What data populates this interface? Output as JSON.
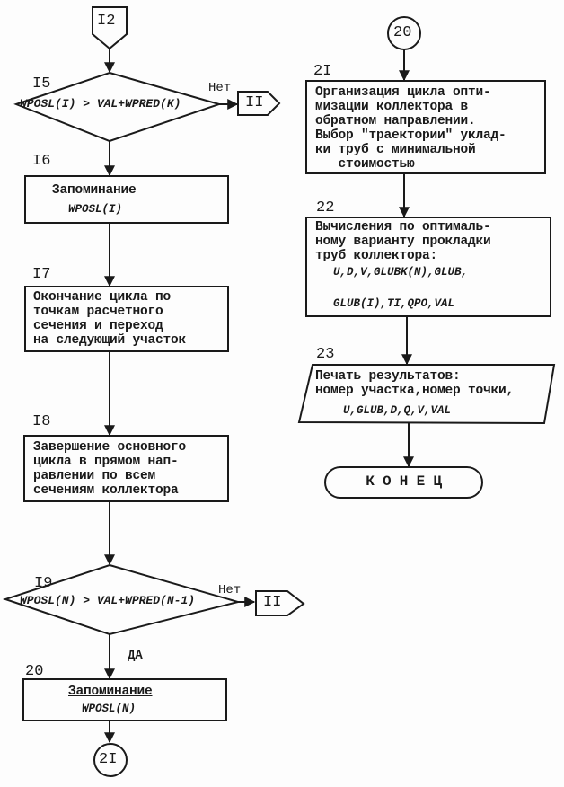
{
  "diagram": {
    "entry_connector": {
      "label": "I2"
    },
    "block_15": {
      "number": "I5",
      "condition": "WPOSL(I) > VAL+WPRED(K)",
      "no_label": "Нет",
      "no_target": "II"
    },
    "block_16": {
      "number": "I6",
      "line1": "Запоминание",
      "line2": "WPOSL(I)"
    },
    "block_17": {
      "number": "I7",
      "text": "Окончание цикла по\nточкам расчетного\nсечения и переход\nна следующий участок"
    },
    "block_18": {
      "number": "I8",
      "text": "Завершение основного\nцикла в прямом нап-\nравлении по всем\nсечениям коллектора"
    },
    "block_19": {
      "number": "I9",
      "condition": "WPOSL(N) > VAL+WPRED(N-1)",
      "no_label": "Нет",
      "no_target": "II",
      "yes_label": "ДА"
    },
    "block_20": {
      "number": "20",
      "line1": "Запоминание",
      "line2": "WPOSL(N)"
    },
    "exit_connector": {
      "label": "2I"
    },
    "continue_connector": {
      "label": "20"
    },
    "block_21": {
      "number": "2I",
      "text": "Организация цикла опти-\nмизации коллектора в\nобратном направлении.\nВыбор \"траектории\" уклад-\nки труб с минимальной\n   стоимостью"
    },
    "block_22": {
      "number": "22",
      "text": "Вычисления по оптималь-\nному варианту прокладки\nтруб коллектора:",
      "code_line1": "U,D,V,GLUBK(N),GLUB,",
      "code_line2": "GLUB(I),TI,QPO,VAL"
    },
    "block_23": {
      "number": "23",
      "text": "Печать результатов:\nномер участка,номер точки,",
      "code_line": "U,GLUB,D,Q,V,VAL"
    },
    "terminator": {
      "label": "К О Н Е Ц"
    }
  }
}
